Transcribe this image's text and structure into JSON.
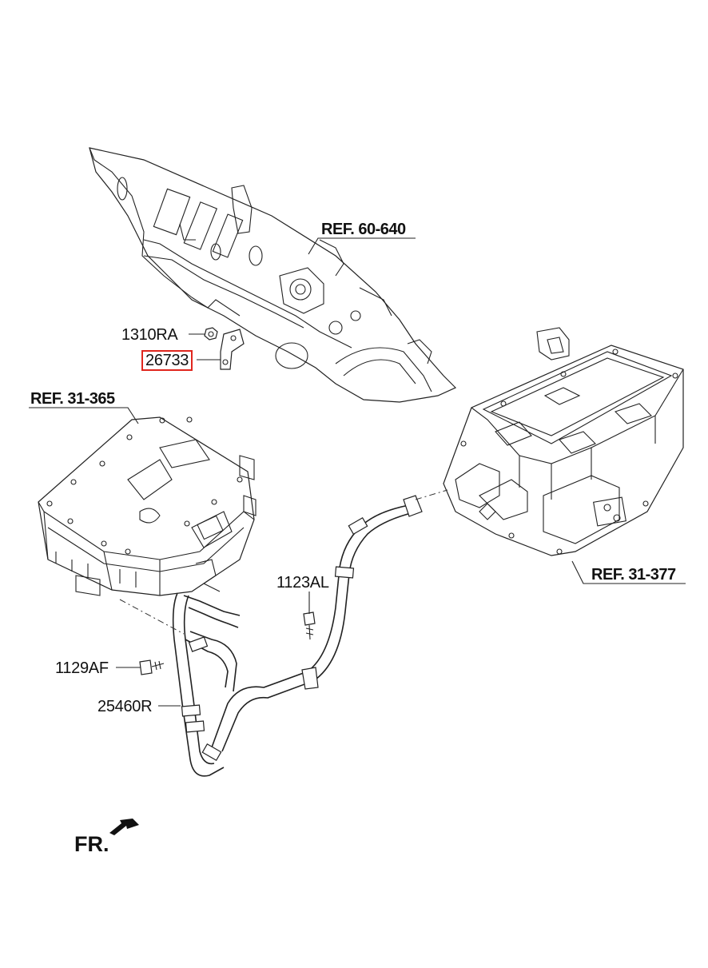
{
  "labels": {
    "ref_dash_panel": "REF. 60-640",
    "ref_left_unit": "REF. 31-365",
    "ref_right_unit": "REF. 31-377",
    "part_nut": "1310RA",
    "part_bracket": "26733",
    "part_bolt_upper": "1123AL",
    "part_bolt_lower": "1129AF",
    "part_hose": "25460R",
    "front_indicator": "FR."
  },
  "highlight_color": "#e0261e"
}
